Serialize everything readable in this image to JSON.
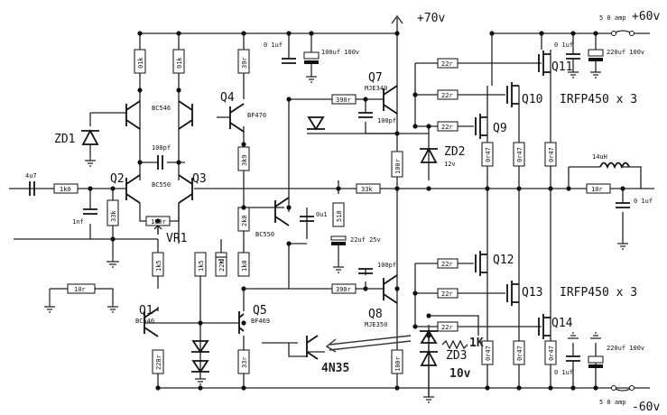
{
  "rails": {
    "vplus70": "+70v",
    "vplus60": "+60v",
    "vminus60": "-60v",
    "fuse_top": "5 0 amp",
    "fuse_bottom": "5 0 amp"
  },
  "transistors": {
    "q1": "Q1",
    "q2": "Q2",
    "q3": "Q3",
    "q4": "Q4",
    "q5": "Q5",
    "q7": "Q7",
    "q8": "Q8",
    "q9": "Q9",
    "q10": "Q10",
    "q11": "Q11",
    "q12": "Q12",
    "q13": "Q13",
    "q14": "Q14"
  },
  "parts": {
    "bc546_top": "BC546",
    "bc550_pair": "BC550",
    "bf470": "BF470",
    "mje340": "MJE340",
    "bc550_vbe": "BC550",
    "bc546_bottom": "BC546",
    "bf469": "BF469",
    "mje350": "MJE350",
    "irfp_top": "IRFP450 x 3",
    "irfp_bottom": "IRFP450 x 3"
  },
  "diodes": {
    "zd1": "ZD1",
    "zd2": "ZD2",
    "zd2_v": "12v",
    "zd3": "ZD3",
    "zd3_v": "10v",
    "vr1": "VR1",
    "optocoupler": "4N35",
    "hand_1k": "1K"
  },
  "values": {
    "in_cap": "4u7",
    "r_1k0": "1k0",
    "c_1nf": "1nf",
    "r_33k_in": "33k",
    "r_100r_vr": "100r",
    "c_100pf_pair": "100pf",
    "r_01_a": "01k",
    "r_01_b": "01k",
    "r_39_top": "39r",
    "c_01uf_top": "0 1uf",
    "c_100uf_top": "100uf 100v",
    "r_390_top": "390r",
    "c_100pf_q7": "100pf",
    "r_22r_a": "22r",
    "r_22r_b": "22r",
    "r_22r_c": "22r",
    "r_22r_d": "22r",
    "r_22r_e": "22r",
    "r_22r_f": "22r",
    "r_33k_fb": "33k",
    "r_470_b4": "1k0",
    "r_100_b": "100r",
    "r_0r47": "0r47",
    "c_01uf_r": "0 1uf",
    "c_220uf_top": "220uf 100v",
    "l_14uh": "14uH",
    "r_10r_out": "10r",
    "c_01uf_out": "0 1uf",
    "c_0u1_mid": "0u1",
    "c_22uf": "22uf 25v",
    "r_510": "510",
    "r_2k0": "2k0",
    "r_3k9": "3k9",
    "r_10r_gnd": "10r",
    "r_390_bot": "390r",
    "c_100pf_bot": "100pf",
    "r_ce": "22k",
    "r_1k5_l": "1k5",
    "r_1k5_r": "1k5",
    "r_33r_bot": "33r",
    "r_220r_bot": "220r",
    "c_01uf_bot": "0 1uf",
    "c_220uf_bot": "220uf 100v",
    "r_100r_z": "100r"
  },
  "icons": {
    "ground": "ground-icon",
    "npn": "npn-transistor-icon",
    "pnp": "pnp-transistor-icon",
    "mosfet": "mosfet-icon",
    "zener": "zener-diode-icon",
    "diode": "diode-icon",
    "fuse": "fuse-icon",
    "inductor": "inductor-icon",
    "opto": "optocoupler-icon"
  }
}
